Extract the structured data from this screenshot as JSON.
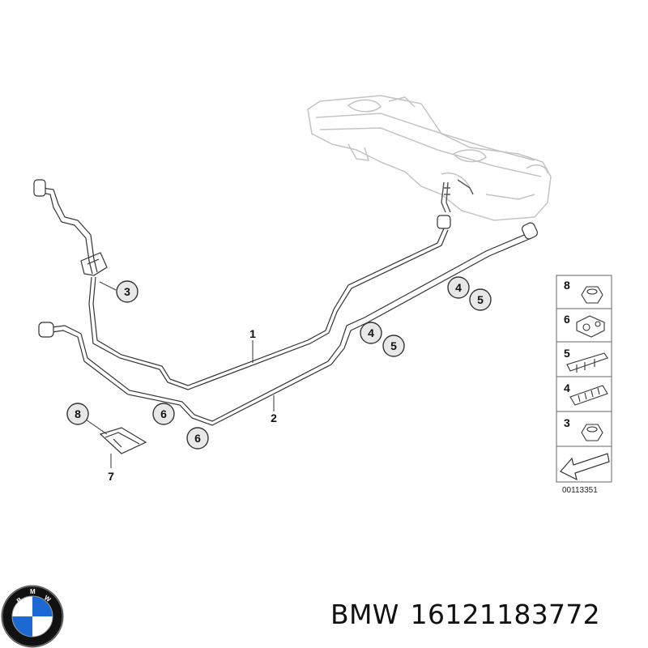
{
  "diagram": {
    "callouts": {
      "pipe_1": "1",
      "pipe_2": "2",
      "clip_3": "3",
      "pair_upper_a": "4",
      "pair_upper_b": "5",
      "pair_lower_a": "4",
      "pair_lower_b": "5",
      "clip_6_upper": "6",
      "clip_6_lower": "6",
      "nut_8": "8",
      "bracket_7": "7"
    },
    "legend": {
      "items": [
        "8",
        "6",
        "5",
        "4",
        "3"
      ],
      "doc_number": "00113351"
    }
  },
  "caption": {
    "brand": "BMW",
    "part_number": "16121183772"
  },
  "logo": {
    "lettering": "BMW",
    "colors": {
      "blue": "#1c69d4",
      "white": "#ffffff",
      "black": "#111111"
    }
  }
}
